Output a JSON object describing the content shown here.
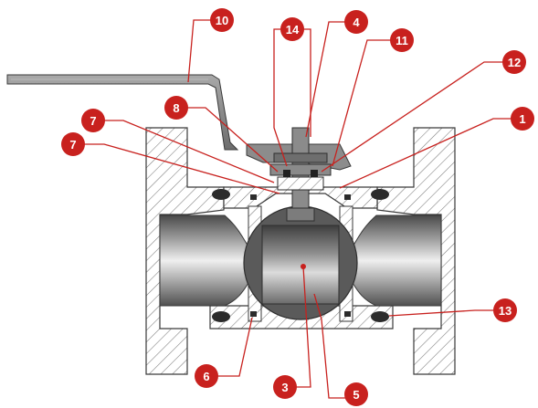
{
  "diagram": {
    "callouts": [
      {
        "id": "c10",
        "label": "10"
      },
      {
        "id": "c14",
        "label": "14"
      },
      {
        "id": "c4",
        "label": "4"
      },
      {
        "id": "c11",
        "label": "11"
      },
      {
        "id": "c12",
        "label": "12"
      },
      {
        "id": "c1",
        "label": "1"
      },
      {
        "id": "c8",
        "label": "8"
      },
      {
        "id": "c7a",
        "label": "7"
      },
      {
        "id": "c7b",
        "label": "7"
      },
      {
        "id": "c13",
        "label": "13"
      },
      {
        "id": "c6",
        "label": "6"
      },
      {
        "id": "c3",
        "label": "3"
      },
      {
        "id": "c5",
        "label": "5"
      }
    ],
    "colors": {
      "callout_fill": "#c8211e",
      "leader_line": "#c8211e",
      "body_hatch": "#6f6f6f",
      "handle": "#8a8a8a",
      "ball_dark": "#5b5b5b",
      "ball_light": "#d9d9d9",
      "seal": "#2b2b2b"
    }
  }
}
